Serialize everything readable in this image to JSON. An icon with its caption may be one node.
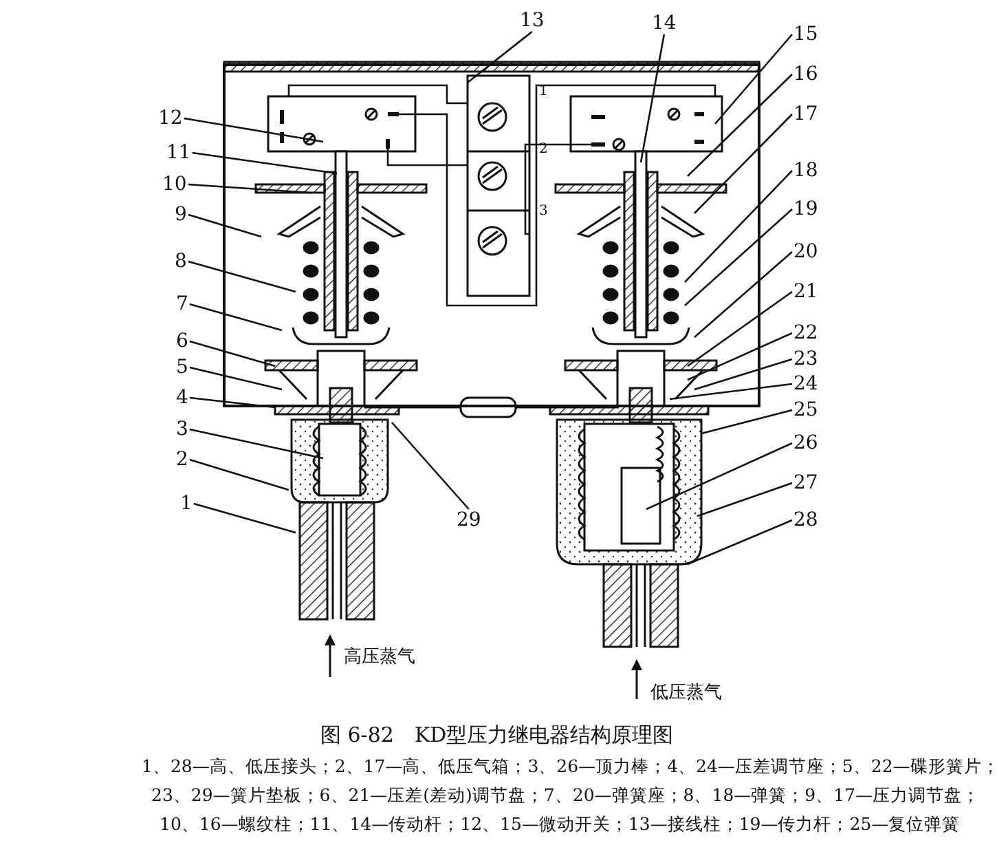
{
  "diagram": {
    "caption": "图 6-82　KD型压力继电器结构原理图",
    "nodes": [
      {
        "text": [
          "1"
        ]
      },
      {
        "text": [
          "2"
        ]
      },
      {
        "text": [
          "3"
        ]
      },
      {
        "text": [
          "4"
        ]
      },
      {
        "text": [
          "5"
        ]
      },
      {
        "text": [
          "6"
        ]
      },
      {
        "text": [
          "7"
        ]
      },
      {
        "text": [
          "8"
        ]
      },
      {
        "text": [
          "9"
        ]
      },
      {
        "text": [
          "10"
        ]
      },
      {
        "text": [
          "11"
        ]
      },
      {
        "text": [
          "12"
        ]
      },
      {
        "text": [
          "13"
        ]
      },
      {
        "text": [
          "14"
        ]
      },
      {
        "text": [
          "15"
        ]
      },
      {
        "text": [
          "16"
        ]
      },
      {
        "text": [
          "17"
        ]
      },
      {
        "text": [
          "18"
        ]
      },
      {
        "text": [
          "19"
        ]
      },
      {
        "text": [
          "20"
        ]
      },
      {
        "text": [
          "21"
        ]
      },
      {
        "text": [
          "22"
        ]
      },
      {
        "text": [
          "23"
        ]
      },
      {
        "text": [
          "24"
        ]
      },
      {
        "text": [
          "25"
        ]
      },
      {
        "text": [
          "26"
        ]
      },
      {
        "text": [
          "27"
        ]
      },
      {
        "text": [
          "28"
        ]
      },
      {
        "text": [
          "29"
        ]
      }
    ],
    "edges": [
      {
        "from": 0,
        "to": null,
        "arrow": "none"
      },
      {
        "from": 1,
        "to": null,
        "arrow": "none"
      },
      {
        "from": 2,
        "to": null,
        "arrow": "none"
      },
      {
        "from": 3,
        "to": null,
        "arrow": "none"
      },
      {
        "from": 4,
        "to": null,
        "arrow": "none"
      },
      {
        "from": 5,
        "to": null,
        "arrow": "none"
      },
      {
        "from": 6,
        "to": null,
        "arrow": "none"
      },
      {
        "from": 7,
        "to": null,
        "arrow": "none"
      },
      {
        "from": 8,
        "to": null,
        "arrow": "none"
      },
      {
        "from": 9,
        "to": null,
        "arrow": "none"
      },
      {
        "from": 10,
        "to": null,
        "arrow": "none"
      },
      {
        "from": 11,
        "to": null,
        "arrow": "none"
      },
      {
        "from": 12,
        "to": null,
        "arrow": "none"
      },
      {
        "from": 13,
        "to": null,
        "arrow": "none"
      },
      {
        "from": 14,
        "to": null,
        "arrow": "none"
      },
      {
        "from": 15,
        "to": null,
        "arrow": "none"
      },
      {
        "from": 16,
        "to": null,
        "arrow": "none"
      },
      {
        "from": 17,
        "to": null,
        "arrow": "none"
      },
      {
        "from": 18,
        "to": null,
        "arrow": "none"
      },
      {
        "from": 19,
        "to": null,
        "arrow": "none"
      },
      {
        "from": 20,
        "to": null,
        "arrow": "none"
      },
      {
        "from": 21,
        "to": null,
        "arrow": "none"
      },
      {
        "from": 22,
        "to": null,
        "arrow": "none"
      },
      {
        "from": 23,
        "to": null,
        "arrow": "none"
      },
      {
        "from": 24,
        "to": null,
        "arrow": "none"
      },
      {
        "from": 25,
        "to": null,
        "arrow": "none"
      },
      {
        "from": 26,
        "to": null,
        "arrow": "none"
      },
      {
        "from": 27,
        "to": null,
        "arrow": "none"
      },
      {
        "from": 28,
        "to": null,
        "arrow": "none"
      }
    ],
    "labels": [
      "1",
      "2",
      "3",
      "高压蒸气",
      "低压蒸气",
      "1、28—高、低压接头；2、17—高、低压气箱；3、26—顶力棒；4、24—压差调节座；5、22—碟形簧片；",
      "23、29—簧片垫板；6、21—压差(差动)调节盘；7、20—弹簧座；8、18—弹簧；9、17—压力调节盘；",
      "10、16—螺纹柱；11、14—传动杆；12、15—微动开关；13—接线柱；19—传力杆；25—复位弹簧"
    ]
  }
}
